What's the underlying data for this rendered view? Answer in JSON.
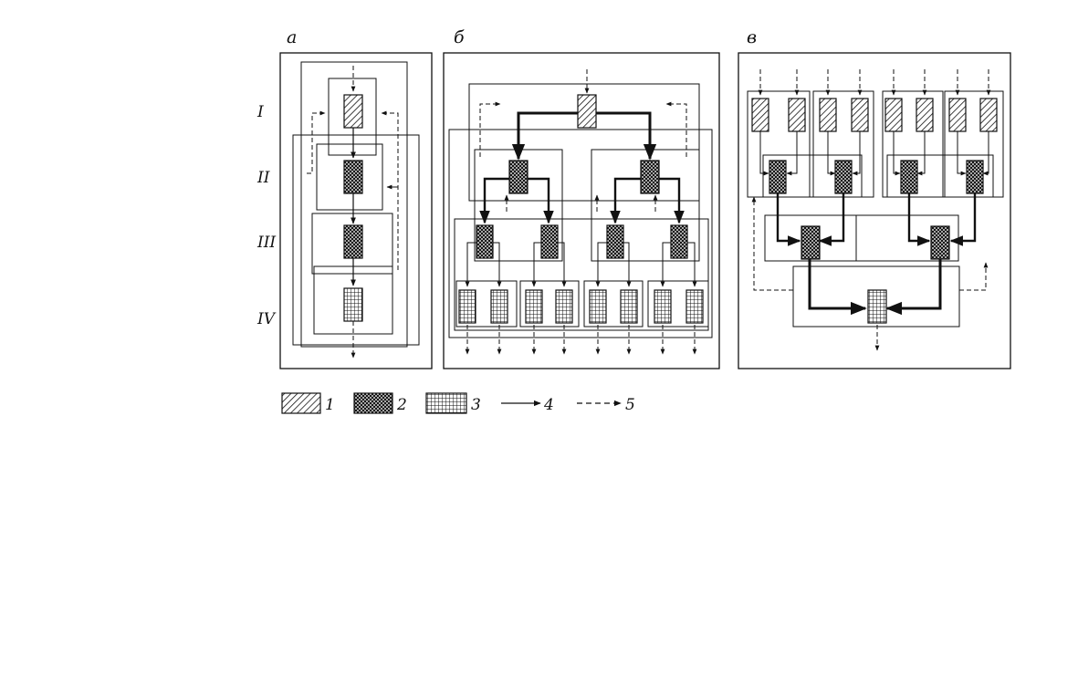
{
  "panels": [
    {
      "id": "a",
      "label": "а"
    },
    {
      "id": "b",
      "label": "б"
    },
    {
      "id": "c",
      "label": "в"
    }
  ],
  "levels": [
    "I",
    "II",
    "III",
    "IV"
  ],
  "legend": [
    {
      "kind": "hatch",
      "label": "1"
    },
    {
      "kind": "crosshatch",
      "label": "2"
    },
    {
      "kind": "grid",
      "label": "3"
    },
    {
      "kind": "solid-arrow",
      "label": "4"
    },
    {
      "kind": "dashed-arrow",
      "label": "5"
    }
  ],
  "colors": {
    "ink": "#111111",
    "background": "#ffffff"
  }
}
